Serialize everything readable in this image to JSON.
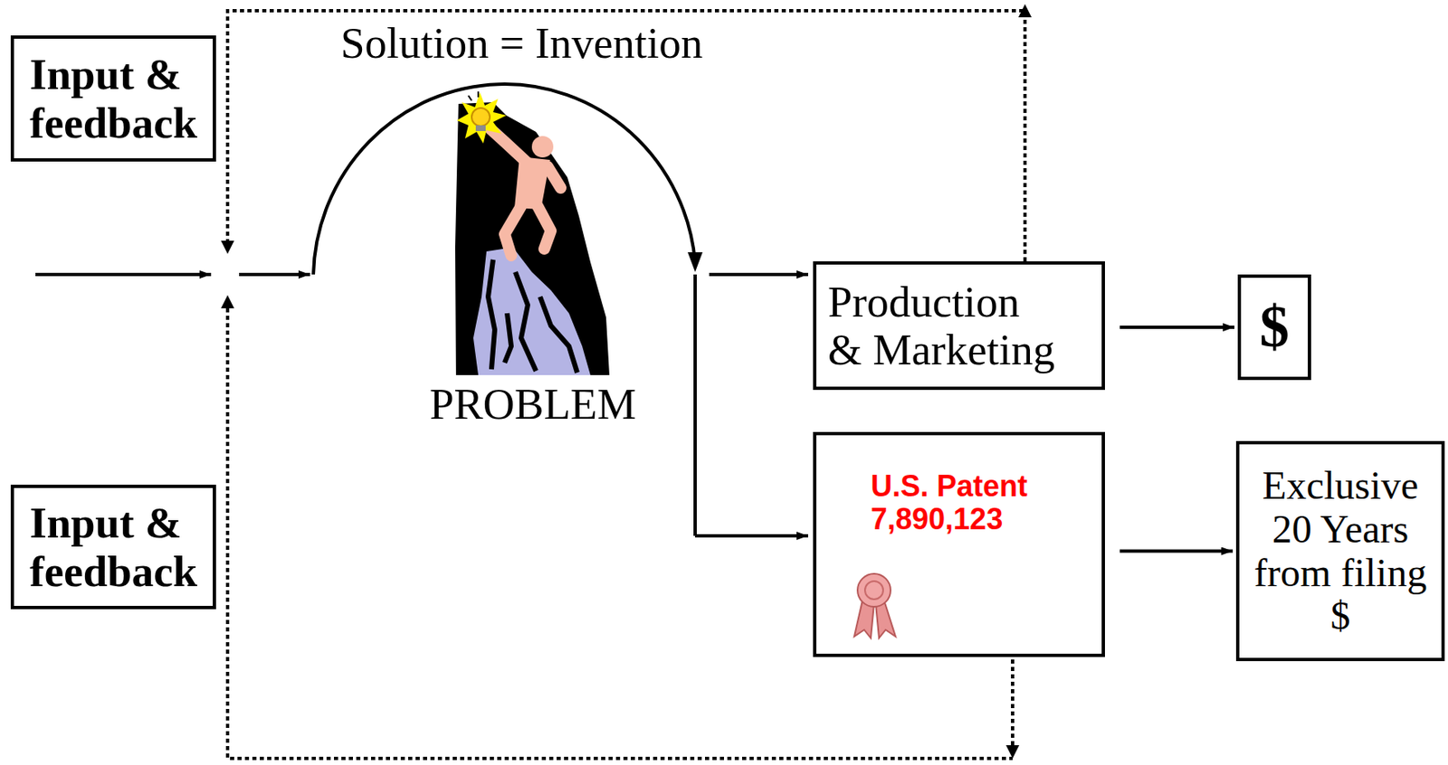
{
  "diagram": {
    "nodes": [
      {
        "text": [
          "Input & feedback"
        ]
      },
      {
        "text": [
          "Production & Marketing"
        ]
      },
      {
        "text": [
          "$"
        ]
      },
      {
        "text": [
          "Input & feedback"
        ]
      },
      {
        "text": [
          "U.S. Patent 7,890,123"
        ]
      },
      {
        "text": [
          "Exclusive 20 Years from filing $"
        ]
      }
    ],
    "edges": [
      {
        "from": 1,
        "to": 2,
        "arrow": "to"
      },
      {
        "from": 4,
        "to": 5,
        "arrow": "to"
      }
    ],
    "labels": [
      "Solution = Invention",
      "PROBLEM"
    ]
  }
}
